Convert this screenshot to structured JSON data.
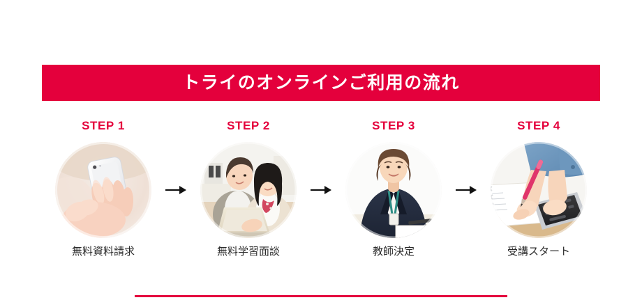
{
  "banner": {
    "title": "トライのオンラインご利用の流れ",
    "background_color": "#e4003c",
    "text_color": "#ffffff"
  },
  "accent_color": "#e4003c",
  "arrow_glyph": "→",
  "steps": [
    {
      "label": "STEP 1",
      "caption": "無料資料請求",
      "image_name": "hands-holding-smartphone-photo"
    },
    {
      "label": "STEP 2",
      "caption": "無料学習面談",
      "image_name": "mother-and-daughter-at-laptop-photo"
    },
    {
      "label": "STEP 3",
      "caption": "教師決定",
      "image_name": "female-teacher-in-suit-photo"
    },
    {
      "label": "STEP 4",
      "caption": "受講スタート",
      "image_name": "student-writing-beside-laptop-photo"
    }
  ],
  "bottom_rule": {
    "color": "#e4003c"
  }
}
